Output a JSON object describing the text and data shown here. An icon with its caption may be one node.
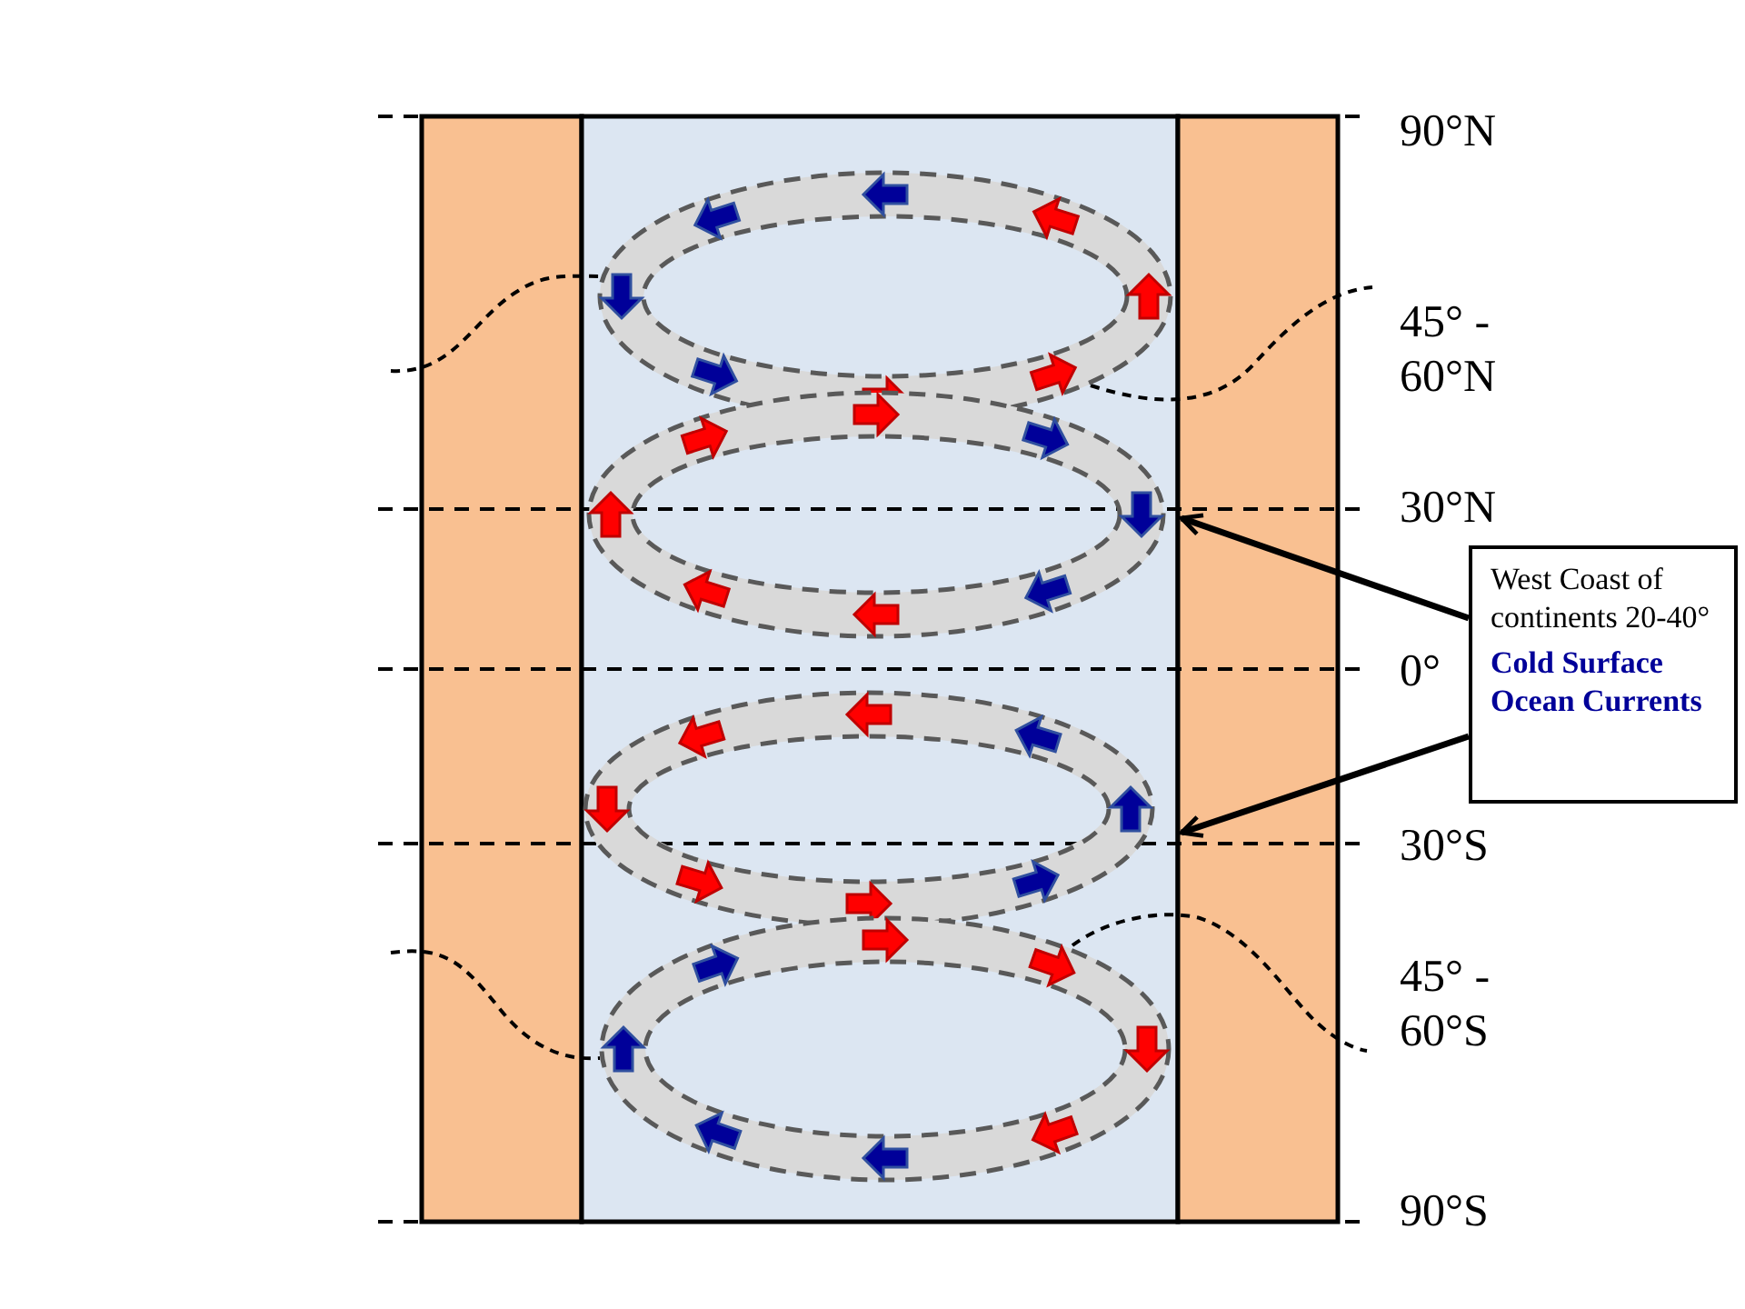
{
  "diagram": {
    "nodes": [
      {
        "text": [
          "West Coast of continents 20-40°",
          "Cold Surface Ocean Currents"
        ]
      },
      {
        "text": [],
        "shape": "bar"
      },
      {
        "text": [],
        "shape": "bar"
      },
      {
        "text": [],
        "shape": "bar"
      }
    ],
    "edges": [
      {
        "from": 0,
        "to": 3,
        "arrow": "to"
      },
      {
        "from": 0,
        "to": 3,
        "arrow": "to"
      }
    ],
    "labels": [
      "90°N",
      "45° - 60°N",
      "30°N",
      "0°",
      "30°S",
      "45° - 60°S",
      "90°S"
    ]
  }
}
